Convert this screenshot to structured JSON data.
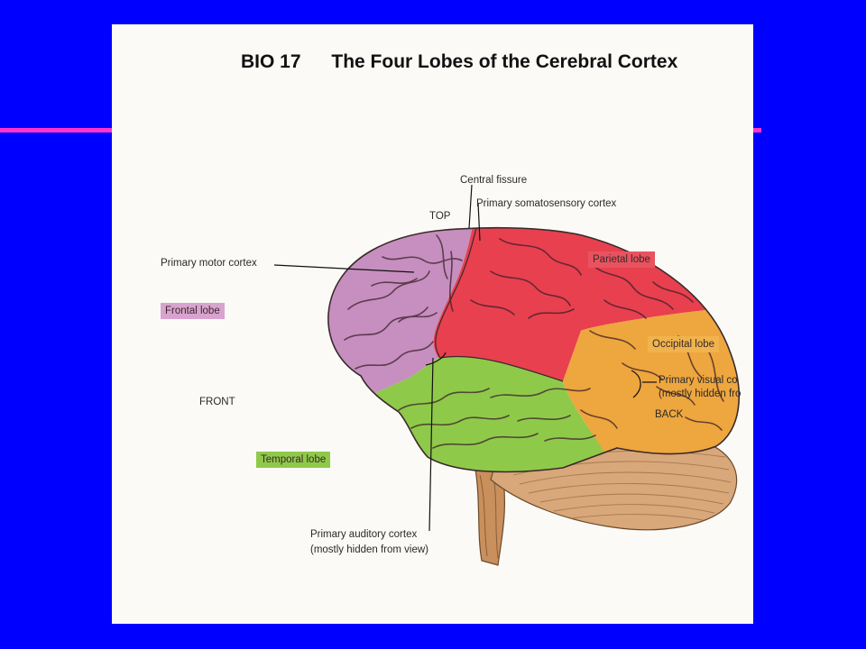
{
  "figure": {
    "code": "BIO 17",
    "title": "The Four Lobes of the Cerebral Cortex"
  },
  "orientation": {
    "top": "TOP",
    "front": "FRONT",
    "back": "BACK"
  },
  "lobes": {
    "frontal": {
      "label": "Frontal lobe",
      "color": "#c68fbf",
      "tag_color": "#d9a3cf"
    },
    "parietal": {
      "label": "Parietal lobe",
      "color": "#e8404f",
      "tag_color": "#e8535f"
    },
    "occipital": {
      "label": "Occipital lobe",
      "color": "#eea63e",
      "tag_color": "#f0b34d"
    },
    "temporal": {
      "label": "Temporal lobe",
      "color": "#8fc94a",
      "tag_color": "#8fc94a"
    }
  },
  "structures": {
    "central_fissure": "Central fissure",
    "somatosensory": "Primary somatosensory cortex",
    "motor": "Primary motor cortex",
    "visual_line1": "Primary visual co",
    "visual_line2": "(mostly hidden fro",
    "auditory_line1": "Primary auditory cortex",
    "auditory_line2": "(mostly hidden from view)"
  },
  "colors": {
    "slide_background": "#0000ff",
    "rule": "#ff33cc",
    "cerebellum": "#d8a77a",
    "brainstem": "#c98f5c"
  }
}
